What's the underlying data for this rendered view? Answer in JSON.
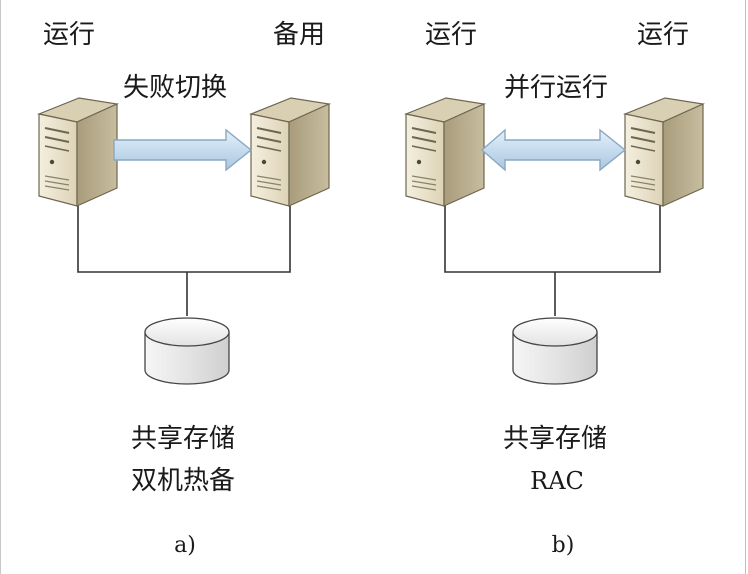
{
  "panel_a": {
    "left_status": "运行",
    "right_status": "备用",
    "arrow_label": "失败切换",
    "storage_label": "共享存储",
    "mode_label": "双机热备",
    "caption": "a)"
  },
  "panel_b": {
    "left_status": "运行",
    "right_status": "运行",
    "arrow_label": "并行运行",
    "storage_label": "共享存储",
    "mode_label": "RAC",
    "caption": "b)"
  },
  "icons": {
    "server": "server-tower-icon",
    "storage": "storage-disk-icon"
  },
  "colors": {
    "text": "#1a1a1a",
    "line": "#333333",
    "arrow_fill": "#c6dcee",
    "arrow_stroke": "#8aa8c0",
    "server_front": "#ece5cf",
    "server_side": "#b3a888",
    "server_top": "#d9d0b4",
    "disk_fill": "#ececec"
  }
}
